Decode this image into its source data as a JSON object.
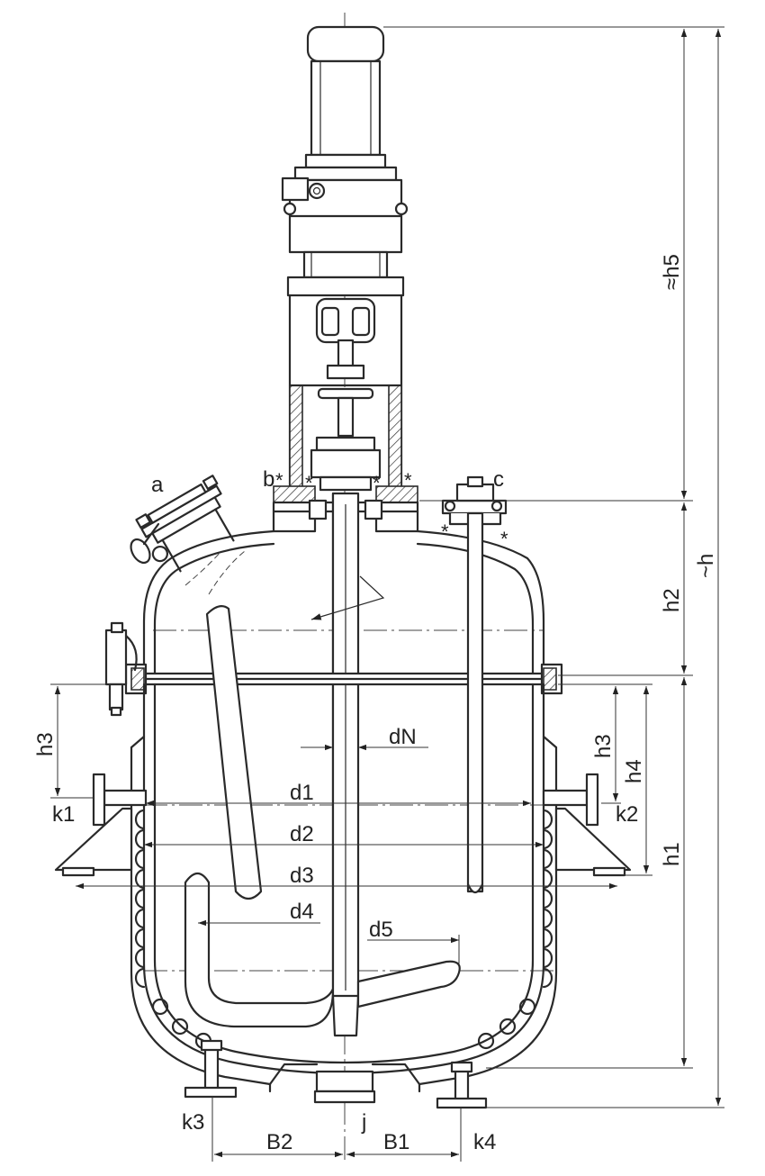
{
  "labels": {
    "a": "a",
    "b": "b",
    "c": "c",
    "j": "j",
    "h": "~h",
    "h1": "h1",
    "h2": "h2",
    "h3_left": "h3",
    "h3_right": "h3",
    "h4": "h4",
    "h5": "≈h5",
    "d1": "d1",
    "d2": "d2",
    "d3": "d3",
    "d4": "d4",
    "d5": "d5",
    "dN": "dN",
    "k1": "k1",
    "k2": "k2",
    "k3": "k3",
    "k4": "k4",
    "B1": "B1",
    "B2": "B2"
  }
}
